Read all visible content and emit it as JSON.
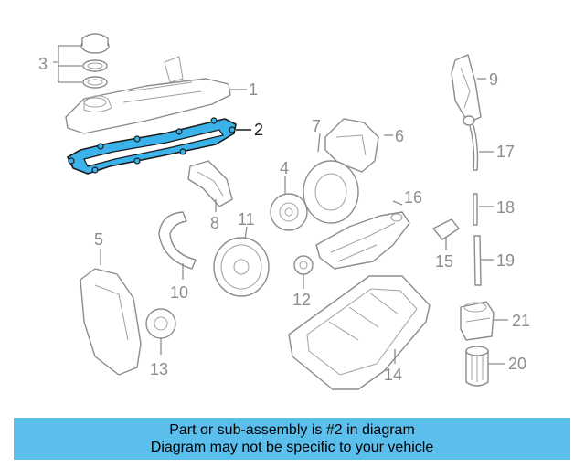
{
  "callouts": [
    "1",
    "2",
    "3",
    "4",
    "5",
    "6",
    "7",
    "8",
    "9",
    "10",
    "11",
    "12",
    "13",
    "14",
    "15",
    "16",
    "17",
    "18",
    "19",
    "20",
    "21"
  ],
  "highlighted_part": "2",
  "caption": {
    "line1": "Part or sub-assembly is #2 in diagram",
    "line2": "Diagram may not be specific to your vehicle"
  },
  "colors": {
    "highlight": "#3bb3ea",
    "caption_bg": "#5bbfee",
    "line_art": "#8c8c8c"
  }
}
